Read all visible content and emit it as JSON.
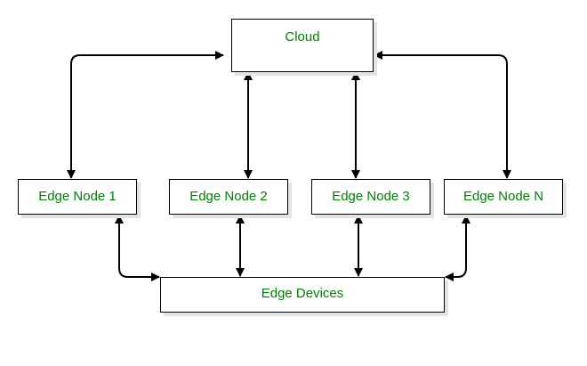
{
  "colors": {
    "text": "#008000",
    "stroke": "#000000",
    "shadow": "#e4e4e4",
    "background": "#ffffff"
  },
  "nodes": {
    "cloud": "Cloud",
    "edge_node_1": "Edge Node 1",
    "edge_node_2": "Edge Node 2",
    "edge_node_3": "Edge Node 3",
    "edge_node_n": "Edge Node N",
    "edge_devices": "Edge Devices"
  },
  "connections": [
    {
      "from": "Cloud",
      "to": "Edge Node 1",
      "direction": "both"
    },
    {
      "from": "Cloud",
      "to": "Edge Node 2",
      "direction": "both"
    },
    {
      "from": "Cloud",
      "to": "Edge Node 3",
      "direction": "both"
    },
    {
      "from": "Cloud",
      "to": "Edge Node N",
      "direction": "both"
    },
    {
      "from": "Edge Node 1",
      "to": "Edge Devices",
      "direction": "both"
    },
    {
      "from": "Edge Node 2",
      "to": "Edge Devices",
      "direction": "both"
    },
    {
      "from": "Edge Node 3",
      "to": "Edge Devices",
      "direction": "both"
    },
    {
      "from": "Edge Node N",
      "to": "Edge Devices",
      "direction": "both"
    }
  ]
}
